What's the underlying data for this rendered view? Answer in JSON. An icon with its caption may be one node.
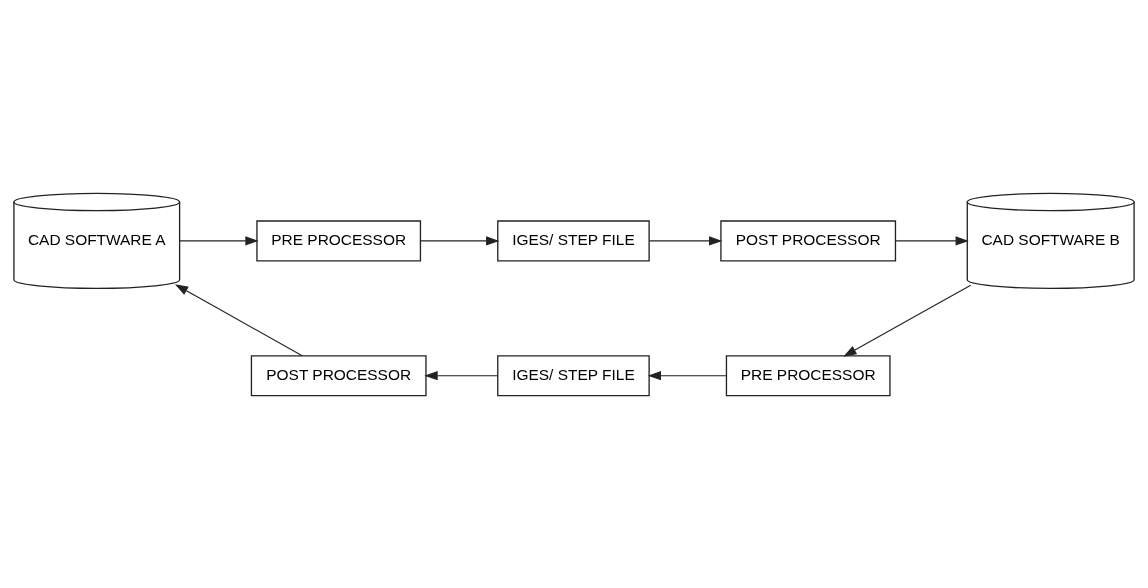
{
  "diagram": {
    "nodes": [
      {
        "text": [
          "CAD SOFTWARE A"
        ]
      },
      {
        "text": [
          "PRE PROCESSOR"
        ]
      },
      {
        "text": [
          "IGES/ STEP FILE"
        ]
      },
      {
        "text": [
          "POST PROCESSOR"
        ]
      },
      {
        "text": [
          "CAD SOFTWARE B"
        ]
      },
      {
        "text": [
          "PRE PROCESSOR"
        ]
      },
      {
        "text": [
          "IGES/ STEP FILE"
        ]
      },
      {
        "text": [
          "POST PROCESSOR"
        ]
      }
    ],
    "edges": [
      {
        "from": 0,
        "to": 1,
        "arrow": "to"
      },
      {
        "from": 1,
        "to": 2,
        "arrow": "to"
      },
      {
        "from": 2,
        "to": 3,
        "arrow": "to"
      },
      {
        "from": 3,
        "to": 4,
        "arrow": "to"
      },
      {
        "from": 4,
        "to": 5,
        "arrow": "to"
      },
      {
        "from": 5,
        "to": 6,
        "arrow": "to"
      },
      {
        "from": 6,
        "to": 7,
        "arrow": "to"
      },
      {
        "from": 7,
        "to": 0,
        "arrow": "to"
      }
    ]
  }
}
